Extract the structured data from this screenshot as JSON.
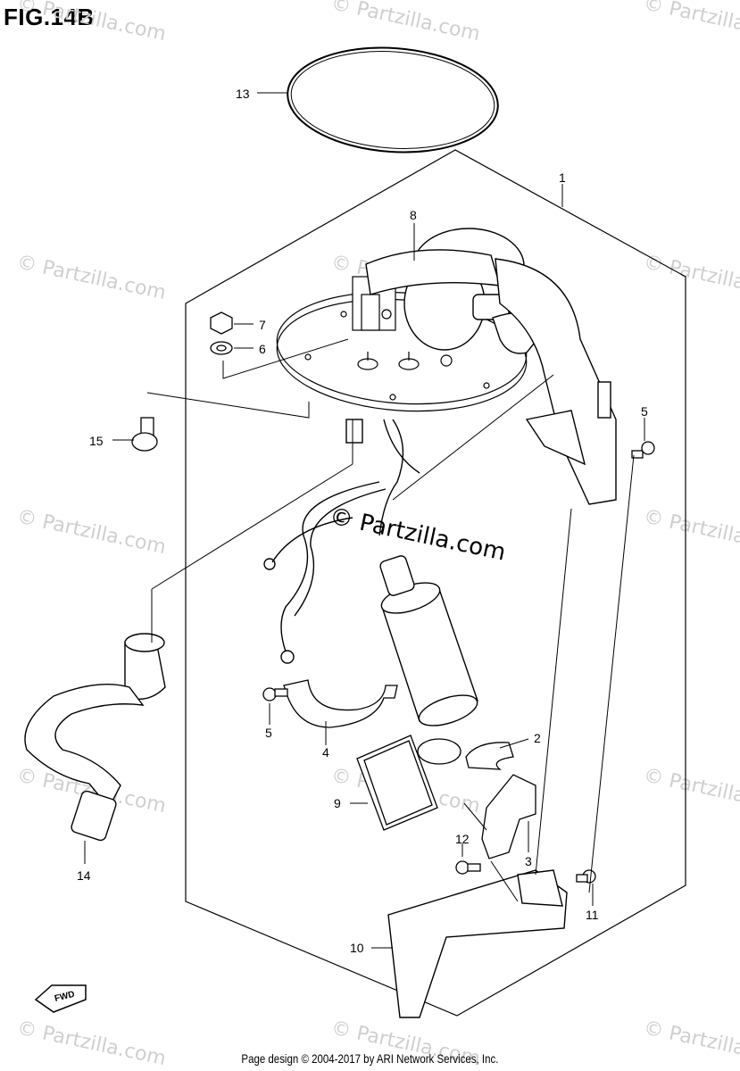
{
  "figure": {
    "title": "FIG.14B",
    "footer": "Page design © 2004-2017 by ARI Network Services, Inc.",
    "watermark": "© Partzilla.com",
    "fwd_badge": "FWD"
  },
  "callouts": [
    {
      "id": "c1",
      "label": "1"
    },
    {
      "id": "c2",
      "label": "2"
    },
    {
      "id": "c3",
      "label": "3"
    },
    {
      "id": "c4",
      "label": "4"
    },
    {
      "id": "c5a",
      "label": "5"
    },
    {
      "id": "c5b",
      "label": "5"
    },
    {
      "id": "c6",
      "label": "6"
    },
    {
      "id": "c7",
      "label": "7"
    },
    {
      "id": "c8",
      "label": "8"
    },
    {
      "id": "c9",
      "label": "9"
    },
    {
      "id": "c10",
      "label": "10"
    },
    {
      "id": "c11",
      "label": "11"
    },
    {
      "id": "c12",
      "label": "12"
    },
    {
      "id": "c13",
      "label": "13"
    },
    {
      "id": "c14",
      "label": "14"
    },
    {
      "id": "c15",
      "label": "15"
    }
  ]
}
